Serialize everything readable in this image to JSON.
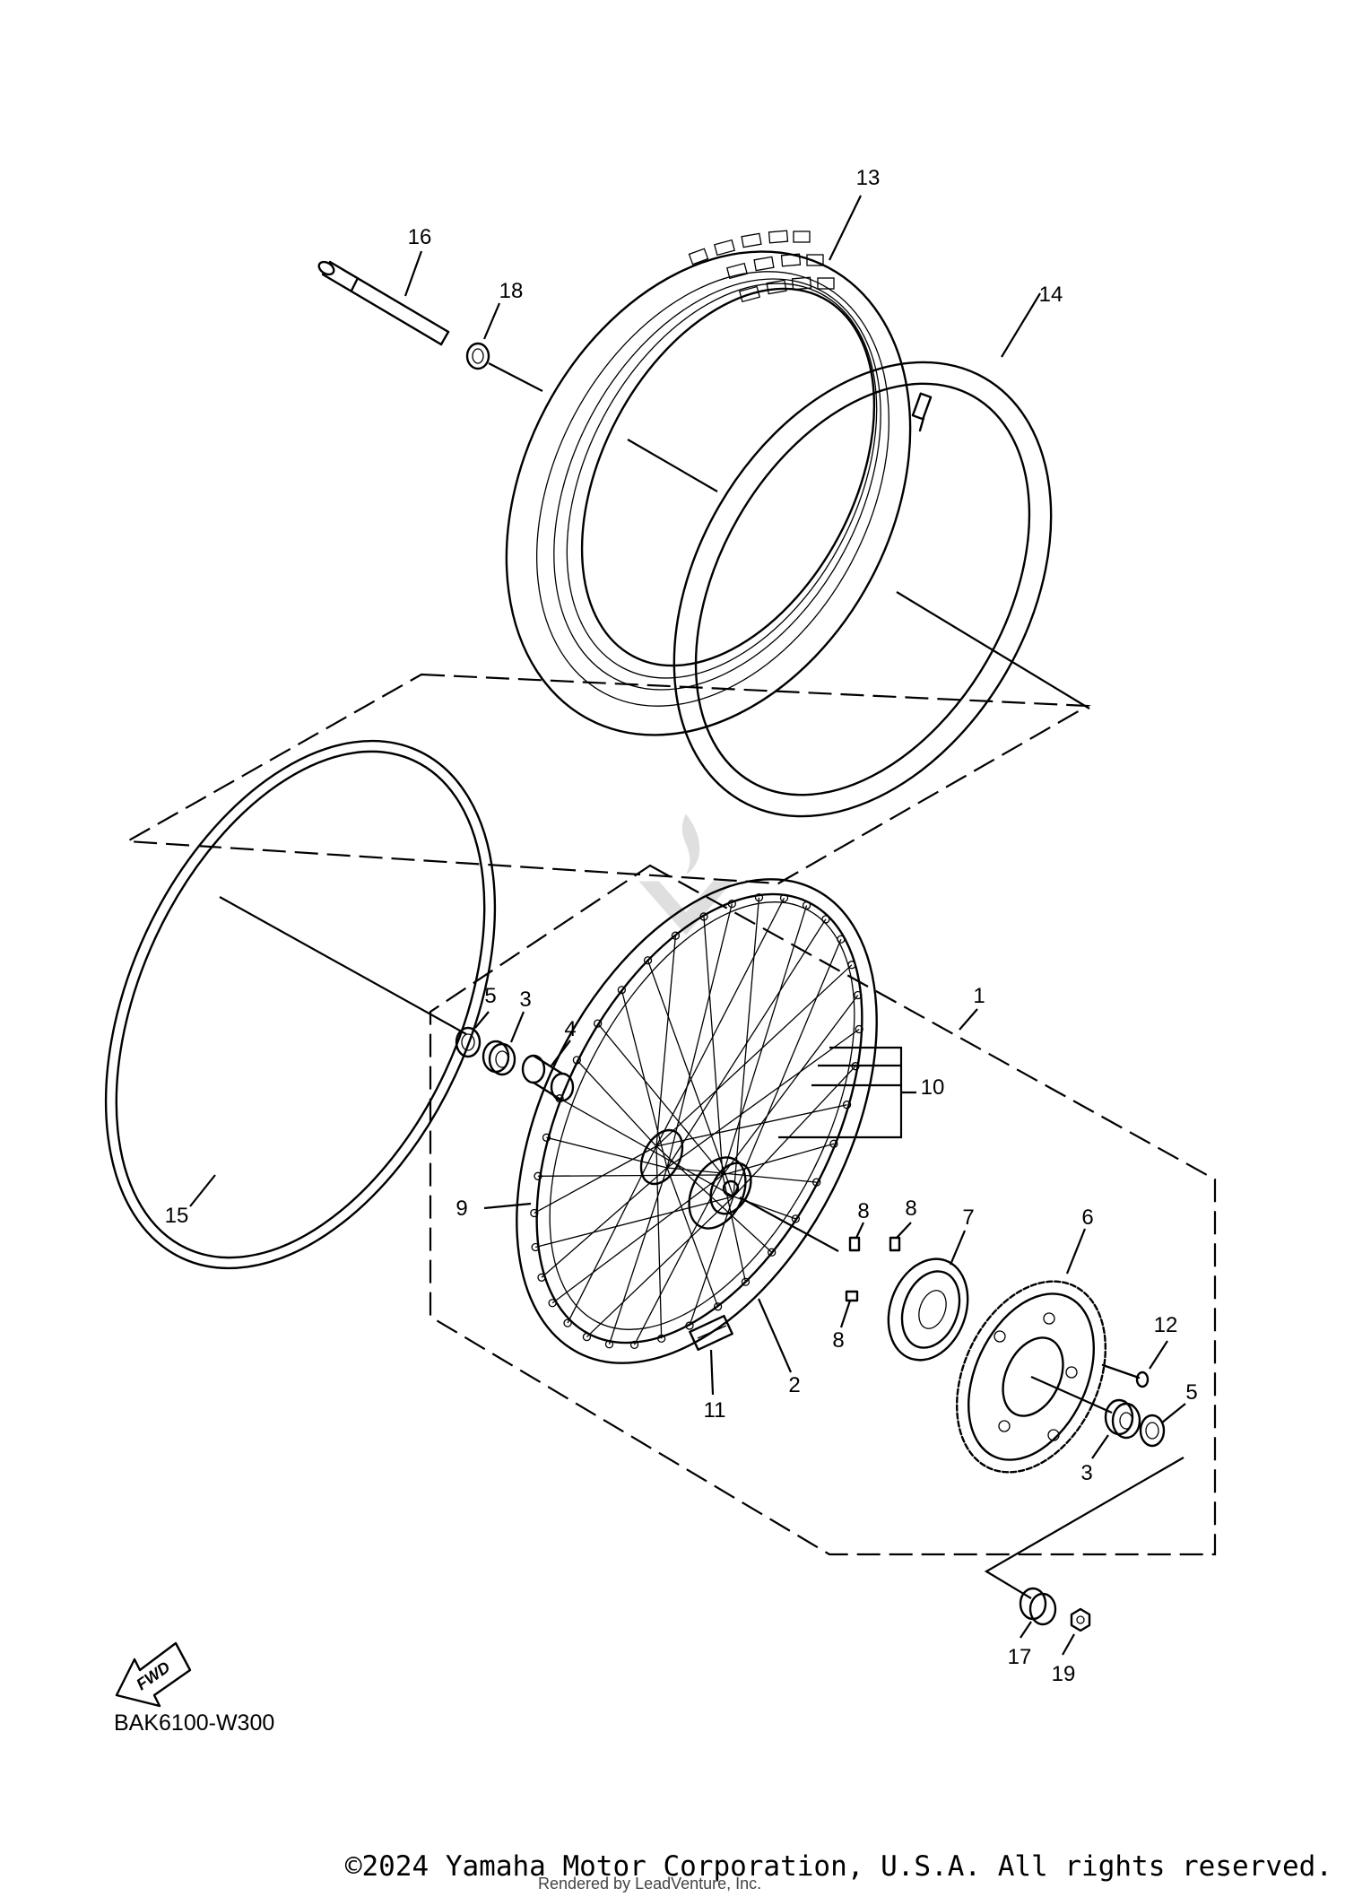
{
  "callouts": [
    {
      "id": "c1",
      "label": "1"
    },
    {
      "id": "c2",
      "label": "2"
    },
    {
      "id": "c3a",
      "label": "3"
    },
    {
      "id": "c3b",
      "label": "3"
    },
    {
      "id": "c4",
      "label": "4"
    },
    {
      "id": "c5a",
      "label": "5"
    },
    {
      "id": "c5b",
      "label": "5"
    },
    {
      "id": "c6",
      "label": "6"
    },
    {
      "id": "c7",
      "label": "7"
    },
    {
      "id": "c8a",
      "label": "8"
    },
    {
      "id": "c8b",
      "label": "8"
    },
    {
      "id": "c8c",
      "label": "8"
    },
    {
      "id": "c9",
      "label": "9"
    },
    {
      "id": "c10",
      "label": "10"
    },
    {
      "id": "c11",
      "label": "11"
    },
    {
      "id": "c12",
      "label": "12"
    },
    {
      "id": "c13",
      "label": "13"
    },
    {
      "id": "c14",
      "label": "14"
    },
    {
      "id": "c15",
      "label": "15"
    },
    {
      "id": "c16",
      "label": "16"
    },
    {
      "id": "c17",
      "label": "17"
    },
    {
      "id": "c18",
      "label": "18"
    },
    {
      "id": "c19",
      "label": "19"
    }
  ],
  "fwd_label": "FWD",
  "diagram_code": "BAK6100-W300",
  "copyright": "©2024 Yamaha Motor Corporation, U.S.A. All rights reserved.",
  "rendered_by": "Rendered by LeadVenture, Inc."
}
